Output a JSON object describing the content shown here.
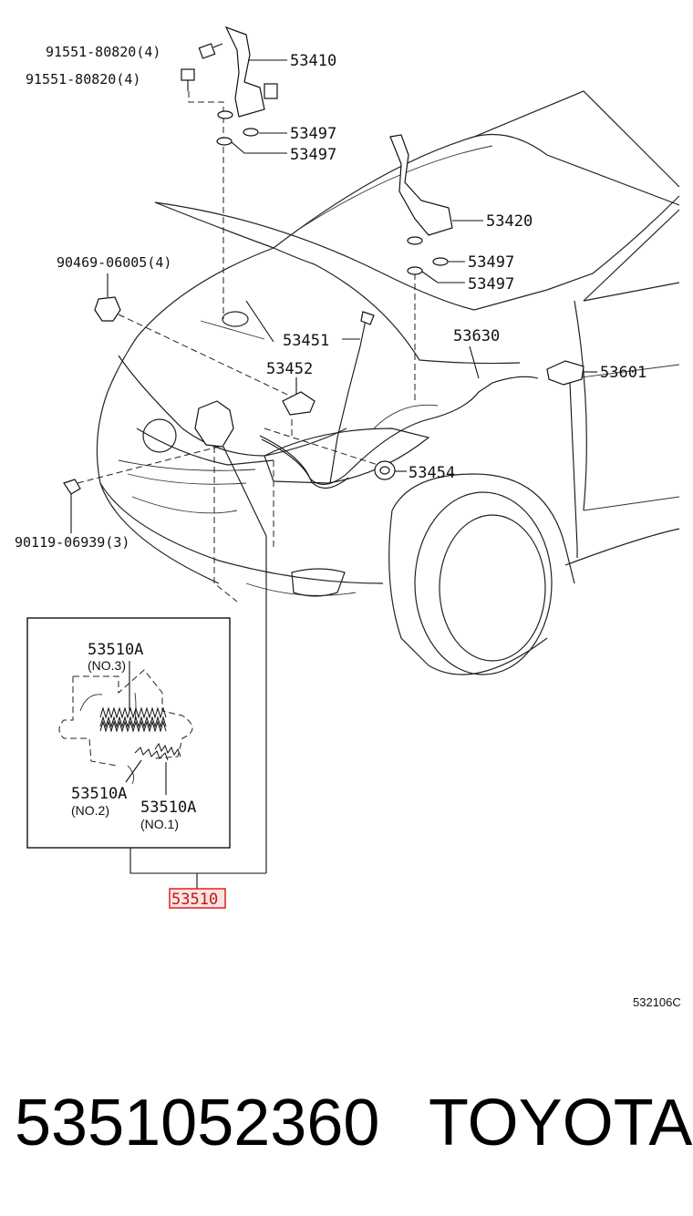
{
  "callouts": {
    "bolt_upper": "91551-80820(4)",
    "bolt_lower": "91551-80820(4)",
    "hinge_left": "53410",
    "washer_left_a": "53497",
    "washer_left_b": "53497",
    "hinge_right": "53420",
    "washer_right_a": "53497",
    "washer_right_b": "53497",
    "clip": "90469-06005(4)",
    "support_rod": "53451",
    "rod_holder": "53452",
    "release_cable": "53630",
    "release_lever": "53601",
    "bumper_cushion": "53454",
    "lock_bolt": "90119-06939(3)",
    "spring_no3": "53510A",
    "spring_no3_sub": "(NO.3)",
    "spring_no2": "53510A",
    "spring_no2_sub": "(NO.2)",
    "spring_no1": "53510A",
    "spring_no1_sub": "(NO.1)",
    "hood_lock": "53510"
  },
  "diagram_ref": "532106C",
  "part_number": "5351052360",
  "brand": "TOYOTA",
  "colors": {
    "highlight": "#e02020",
    "highlight_fill": "#fde2e2",
    "line": "#111111"
  }
}
